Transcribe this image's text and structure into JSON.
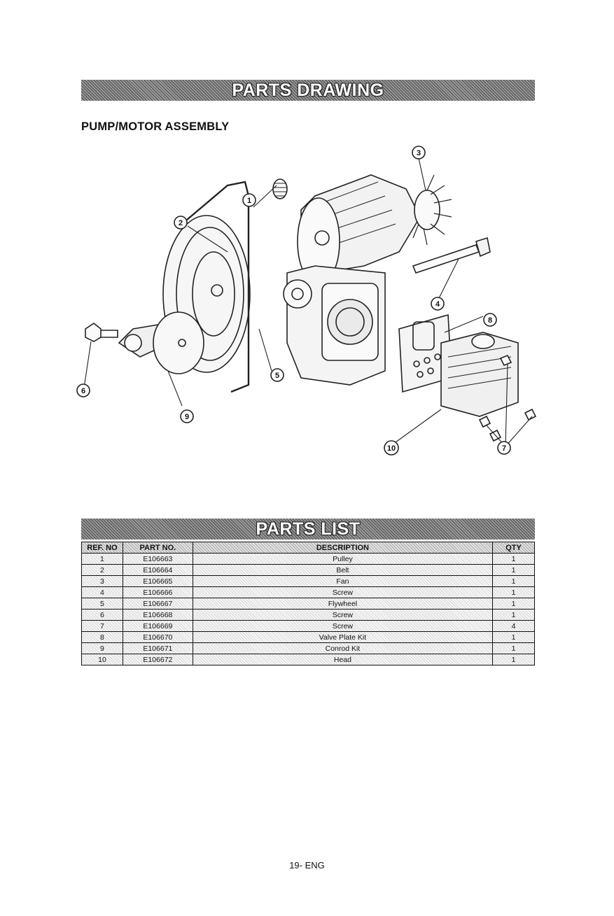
{
  "header": {
    "drawing_title": "PARTS DRAWING",
    "assembly_title": "PUMP/MOTOR ASSEMBLY"
  },
  "callouts": [
    "1",
    "2",
    "3",
    "4",
    "5",
    "6",
    "7",
    "8",
    "9",
    "10"
  ],
  "parts_list": {
    "title": "PARTS LIST",
    "columns": [
      "REF. NO",
      "PART NO.",
      "DESCRIPTION",
      "QTY"
    ],
    "rows": [
      [
        "1",
        "E106663",
        "Pulley",
        "1"
      ],
      [
        "2",
        "E106664",
        "Belt",
        "1"
      ],
      [
        "3",
        "E106665",
        "Fan",
        "1"
      ],
      [
        "4",
        "E106666",
        "Screw",
        "1"
      ],
      [
        "5",
        "E106667",
        "Flywheel",
        "1"
      ],
      [
        "6",
        "E106668",
        "Screw",
        "1"
      ],
      [
        "7",
        "E106669",
        "Screw",
        "4"
      ],
      [
        "8",
        "E106670",
        "Valve Plate Kit",
        "1"
      ],
      [
        "9",
        "E106671",
        "Conrod Kit",
        "1"
      ],
      [
        "10",
        "E106672",
        "Head",
        "1"
      ]
    ]
  },
  "footer": {
    "page": "19- ENG"
  }
}
